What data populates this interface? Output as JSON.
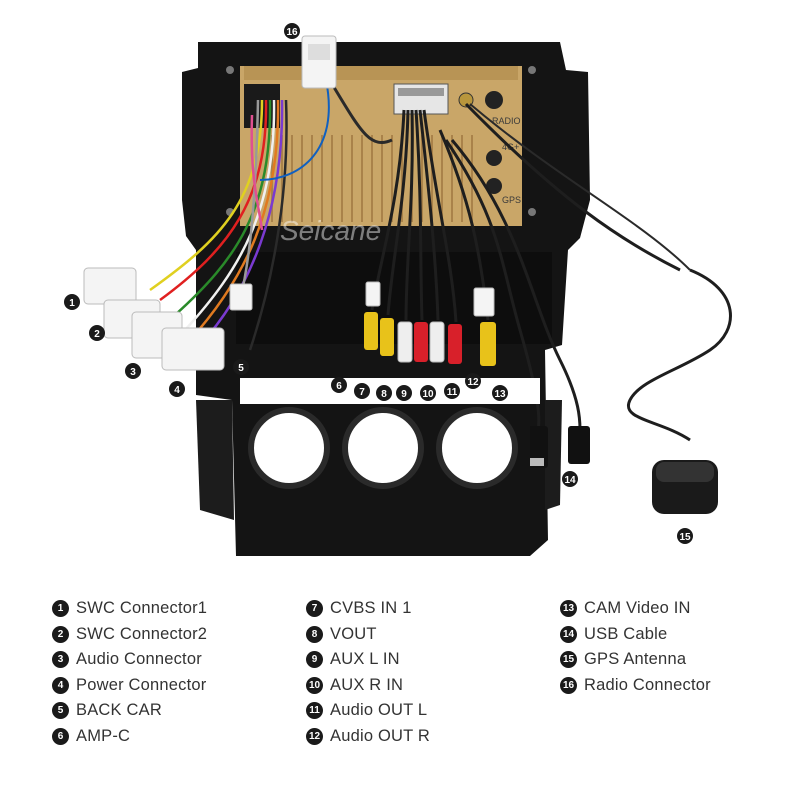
{
  "watermark": "Seicane",
  "back_panel_labels": {
    "radio": "RADIO",
    "lte": "4G+",
    "gps": "GPS"
  },
  "callouts": [
    "1",
    "2",
    "3",
    "4",
    "5",
    "6",
    "7",
    "8",
    "9",
    "10",
    "11",
    "12",
    "13",
    "14",
    "15",
    "16"
  ],
  "legend": {
    "col1": [
      {
        "num": "1",
        "label": "SWC Connector1"
      },
      {
        "num": "2",
        "label": "SWC Connector2"
      },
      {
        "num": "3",
        "label": "Audio Connector"
      },
      {
        "num": "4",
        "label": "Power Connector"
      },
      {
        "num": "5",
        "label": "BACK CAR"
      },
      {
        "num": "6",
        "label": "AMP-C"
      }
    ],
    "col2": [
      {
        "num": "7",
        "label": "CVBS IN 1"
      },
      {
        "num": "8",
        "label": "VOUT"
      },
      {
        "num": "9",
        "label": "AUX L IN"
      },
      {
        "num": "10",
        "label": "AUX R IN"
      },
      {
        "num": "11",
        "label": "Audio OUT L"
      },
      {
        "num": "12",
        "label": "Audio OUT R"
      }
    ],
    "col3": [
      {
        "num": "13",
        "label": "CAM Video IN"
      },
      {
        "num": "14",
        "label": "USB Cable"
      },
      {
        "num": "15",
        "label": "GPS Antenna"
      },
      {
        "num": "16",
        "label": "Radio Connector"
      }
    ]
  },
  "colors": {
    "frame": "#141414",
    "backplate": "#c9a668",
    "rca_yellow": "#e8c21a",
    "rca_white": "#eeeeee",
    "rca_red": "#d8202a",
    "badge": "#1a1a1a"
  }
}
